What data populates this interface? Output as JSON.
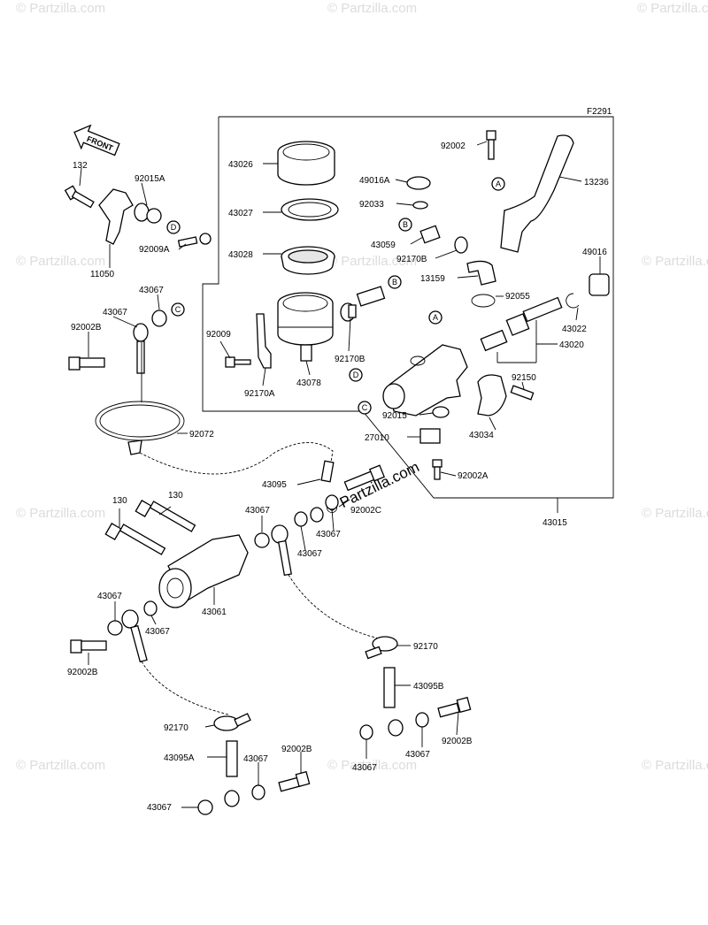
{
  "figure_code": "F2291",
  "front_arrow_text": "FRONT",
  "watermark_text": "© Partzilla.com",
  "part_labels": {
    "p43026": "43026",
    "p43027": "43027",
    "p43028": "43028",
    "p92009": "92009",
    "p92170A": "92170A",
    "p43078": "43078",
    "p49016A": "49016A",
    "p92033": "92033",
    "p43059": "43059",
    "p92170B_top": "92170B",
    "p13159": "13159",
    "p92170B_mid": "92170B",
    "p92002_top": "92002",
    "p13236": "13236",
    "p49016": "49016",
    "p92055": "92055",
    "p43022": "43022",
    "p43020": "43020",
    "p92150": "92150",
    "p92015": "92015",
    "p43034": "43034",
    "p27010": "27010",
    "p92002A": "92002A",
    "p43015": "43015",
    "p132": "132",
    "p92015A": "92015A",
    "p92009A": "92009A",
    "p11050": "11050",
    "p43067_a": "43067",
    "p43067_b": "43067",
    "p92002B_a": "92002B",
    "p92072": "92072",
    "p43095": "43095",
    "p130_a": "130",
    "p130_b": "130",
    "p43067_c": "43067",
    "p92002C": "92002C",
    "p43067_d": "43067",
    "p43067_e": "43067",
    "p43061": "43061",
    "p43067_f": "43067",
    "p43067_g": "43067",
    "p92002B_b": "92002B",
    "p92170_a": "92170",
    "p43095B": "43095B",
    "p92002B_c": "92002B",
    "p43067_h": "43067",
    "p43067_i": "43067",
    "p92170_b": "92170",
    "p43095A": "43095A",
    "p43067_j": "43067",
    "p92002B_d": "92002B",
    "p43067_k": "43067"
  },
  "callouts": {
    "A": "A",
    "B": "B",
    "C": "C",
    "D": "D"
  }
}
